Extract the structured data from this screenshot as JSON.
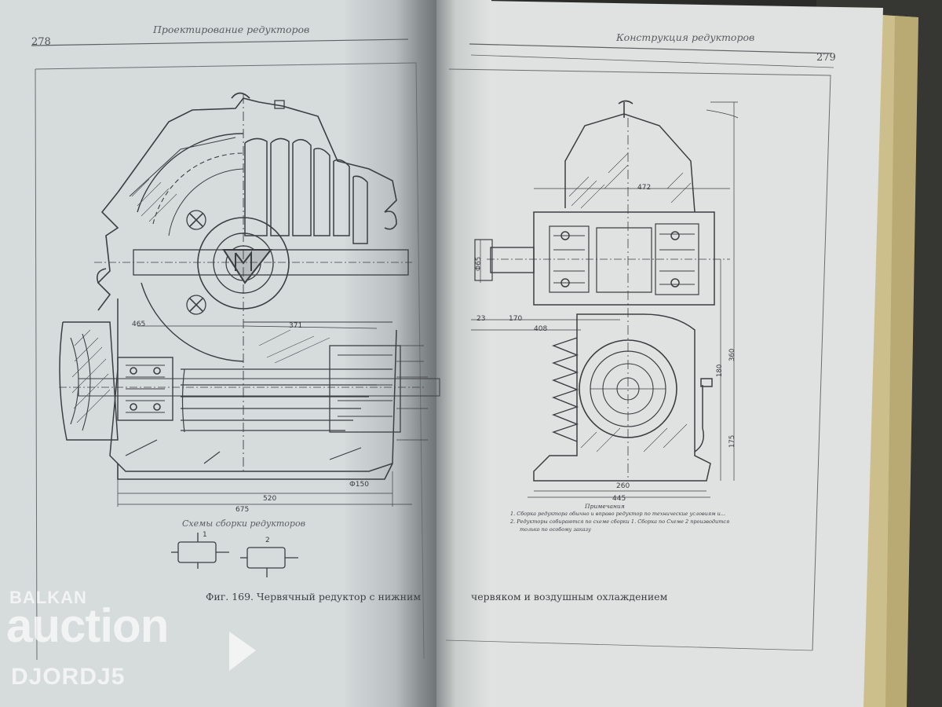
{
  "left_page": {
    "page_number": "278",
    "running_head": "Проектирование редукторов",
    "scheme_title": "Схемы сборки редукторов",
    "scheme_labels": [
      "1",
      "2"
    ],
    "caption": "Фиг. 169. Червячный редуктор с нижним",
    "dimensions": {
      "d465": "465",
      "d371": "371",
      "d520": "520",
      "d675": "675",
      "phi150": "Ф150"
    }
  },
  "right_page": {
    "page_number": "279",
    "running_head": "Конструкция редукторов",
    "caption": "червяком и воздушным охлаждением",
    "dimensions": {
      "d23": "23",
      "d170": "170",
      "d408": "408",
      "d472": "472",
      "phi65": "Ф65",
      "d260": "260",
      "d445": "445",
      "d180": "180",
      "d360": "360",
      "d175": "175"
    },
    "notes_title": "Примечания",
    "notes": [
      "1. Сборка редуктора обычно и вправо редуктор по технические условиям и...",
      "2. Редукторы собираются по схеме сборки 1. Сборка по Схеме 2 производится",
      "только по особому заказу"
    ]
  },
  "watermark": {
    "line1": "BALKAN",
    "line2": "auction",
    "line3": "DJORDJ5"
  },
  "colors": {
    "page_left": "#d6dbdc",
    "page_right": "#dfe2e1",
    "ink": "#3a3d40",
    "board": "#2b2b2a"
  }
}
